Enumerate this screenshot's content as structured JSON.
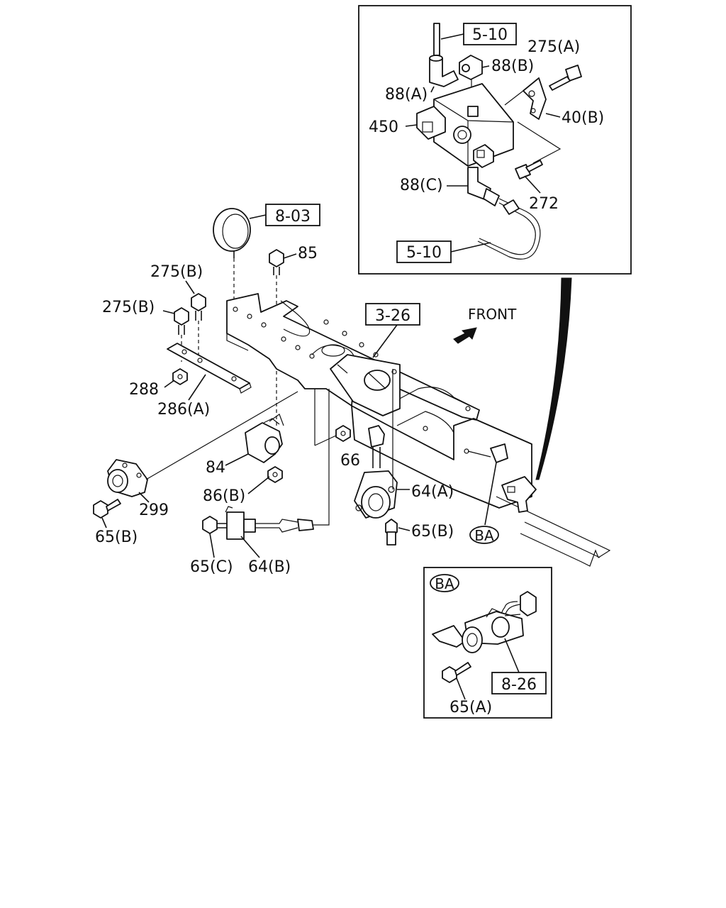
{
  "inset_top": {
    "refs": [
      "5-10",
      "5-10"
    ],
    "labels": {
      "p275a": "275(A)",
      "p88a": "88(A)",
      "p88b": "88(B)",
      "p450": "450",
      "p40b": "40(B)",
      "p88c": "88(C)",
      "p272": "272"
    }
  },
  "main": {
    "refs": {
      "r803": "8-03",
      "r326": "3-26"
    },
    "front": "FRONT",
    "labels": {
      "p85": "85",
      "p275b1": "275(B)",
      "p275b2": "275(B)",
      "p288": "288",
      "p286a": "286(A)",
      "p84": "84",
      "p66": "66",
      "p86b": "86(B)",
      "p299": "299",
      "p65b1": "65(B)",
      "p64a": "64(A)",
      "p65b2": "65(B)",
      "p65c": "65(C)",
      "p64b": "64(B)",
      "ba": "BA"
    }
  },
  "inset_bottom": {
    "tag": "BA",
    "ref": "8-26",
    "label": "65(A)"
  }
}
